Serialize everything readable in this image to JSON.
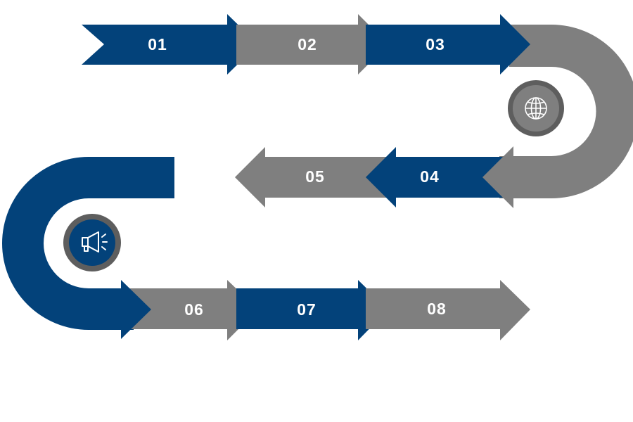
{
  "colors": {
    "blue": "#03427A",
    "gray": "#7F7F7F",
    "ring": "#5E5E5E",
    "label": "#FFFFFF",
    "background": "#FFFFFF"
  },
  "steps": [
    {
      "number": "01",
      "color": "blue"
    },
    {
      "number": "02",
      "color": "gray"
    },
    {
      "number": "03",
      "color": "blue"
    },
    {
      "number": "04",
      "color": "blue"
    },
    {
      "number": "05",
      "color": "gray"
    },
    {
      "number": "06",
      "color": "gray"
    },
    {
      "number": "07",
      "color": "blue"
    },
    {
      "number": "08",
      "color": "gray"
    }
  ],
  "bends": [
    {
      "color": "gray",
      "icon": "globe-icon"
    },
    {
      "color": "blue",
      "icon": "megaphone-icon"
    }
  ]
}
